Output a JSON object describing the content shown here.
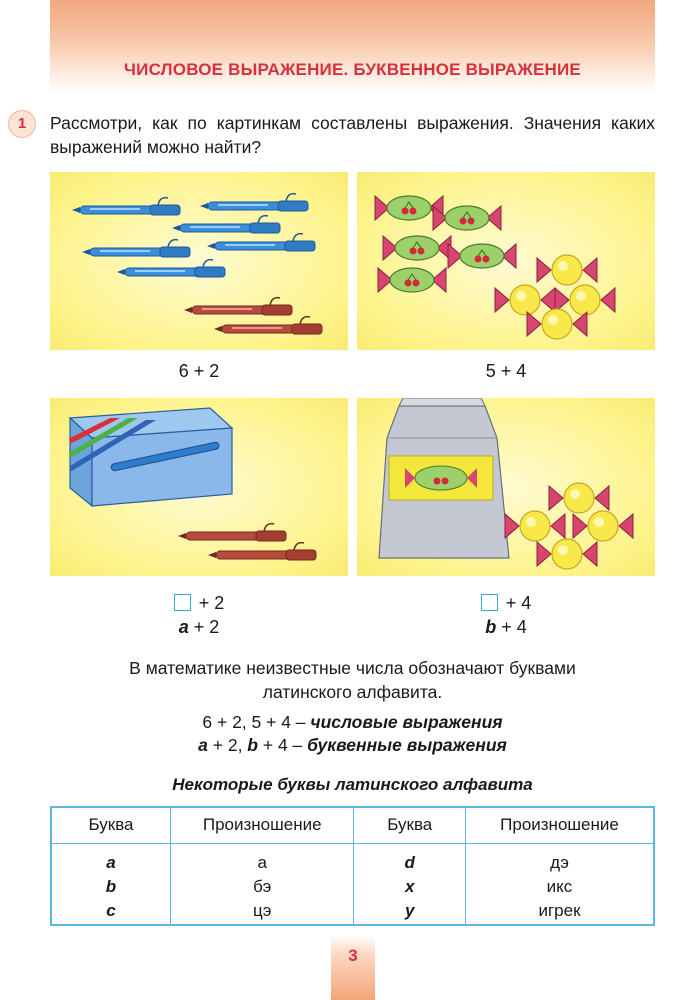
{
  "title": "ЧИСЛОВОЕ ВЫРАЖЕНИЕ. БУКВЕННОЕ ВЫРАЖЕНИЕ",
  "task": {
    "number": "1",
    "text": "Рассмотри, как по картинкам составлены выражения. Значения каких выражений можно найти?"
  },
  "pictures": [
    {
      "expressions": [
        "6 + 2"
      ]
    },
    {
      "expressions": [
        "5 + 4"
      ]
    },
    {
      "expressions": [
        "+ 2"
      ],
      "letter_expr": {
        "letter": "a",
        "rest": " + 2"
      }
    },
    {
      "expressions": [
        "+ 4"
      ],
      "letter_expr": {
        "letter": "b",
        "rest": " + 4"
      }
    }
  ],
  "rule": {
    "line1": "В математике неизвестные числа обозначают буквами",
    "line2": "латинского алфавита."
  },
  "examples": {
    "numeric_exprs": "6 + 2, 5 + 4",
    "numeric_label": "числовые выражения",
    "letter_a": "a",
    "letter_b": "b",
    "letter_exprs_mid": " + 2, ",
    "letter_exprs_end": " + 4",
    "dash": " – ",
    "letter_label": "буквенные выражения"
  },
  "alphabet_table": {
    "title": "Некоторые буквы латинского алфавита",
    "headers": [
      "Буква",
      "Произношение",
      "Буква",
      "Произношение"
    ],
    "left": [
      {
        "letter": "a",
        "pron": "а"
      },
      {
        "letter": "b",
        "pron": "бэ"
      },
      {
        "letter": "c",
        "pron": "цэ"
      }
    ],
    "right": [
      {
        "letter": "d",
        "pron": "дэ"
      },
      {
        "letter": "x",
        "pron": "икс"
      },
      {
        "letter": "y",
        "pron": "игрек"
      }
    ]
  },
  "page_number": "3",
  "colors": {
    "title": "#d9303a",
    "table_border": "#5cb6e4",
    "panel_yellow": "#fdf48e",
    "blue_pen": "#3a8fd8",
    "red_pen": "#b84a3c"
  },
  "icons": [
    "pen-icon",
    "candy-icon",
    "pencil-box-icon",
    "candy-bag-icon",
    "empty-square-icon"
  ]
}
